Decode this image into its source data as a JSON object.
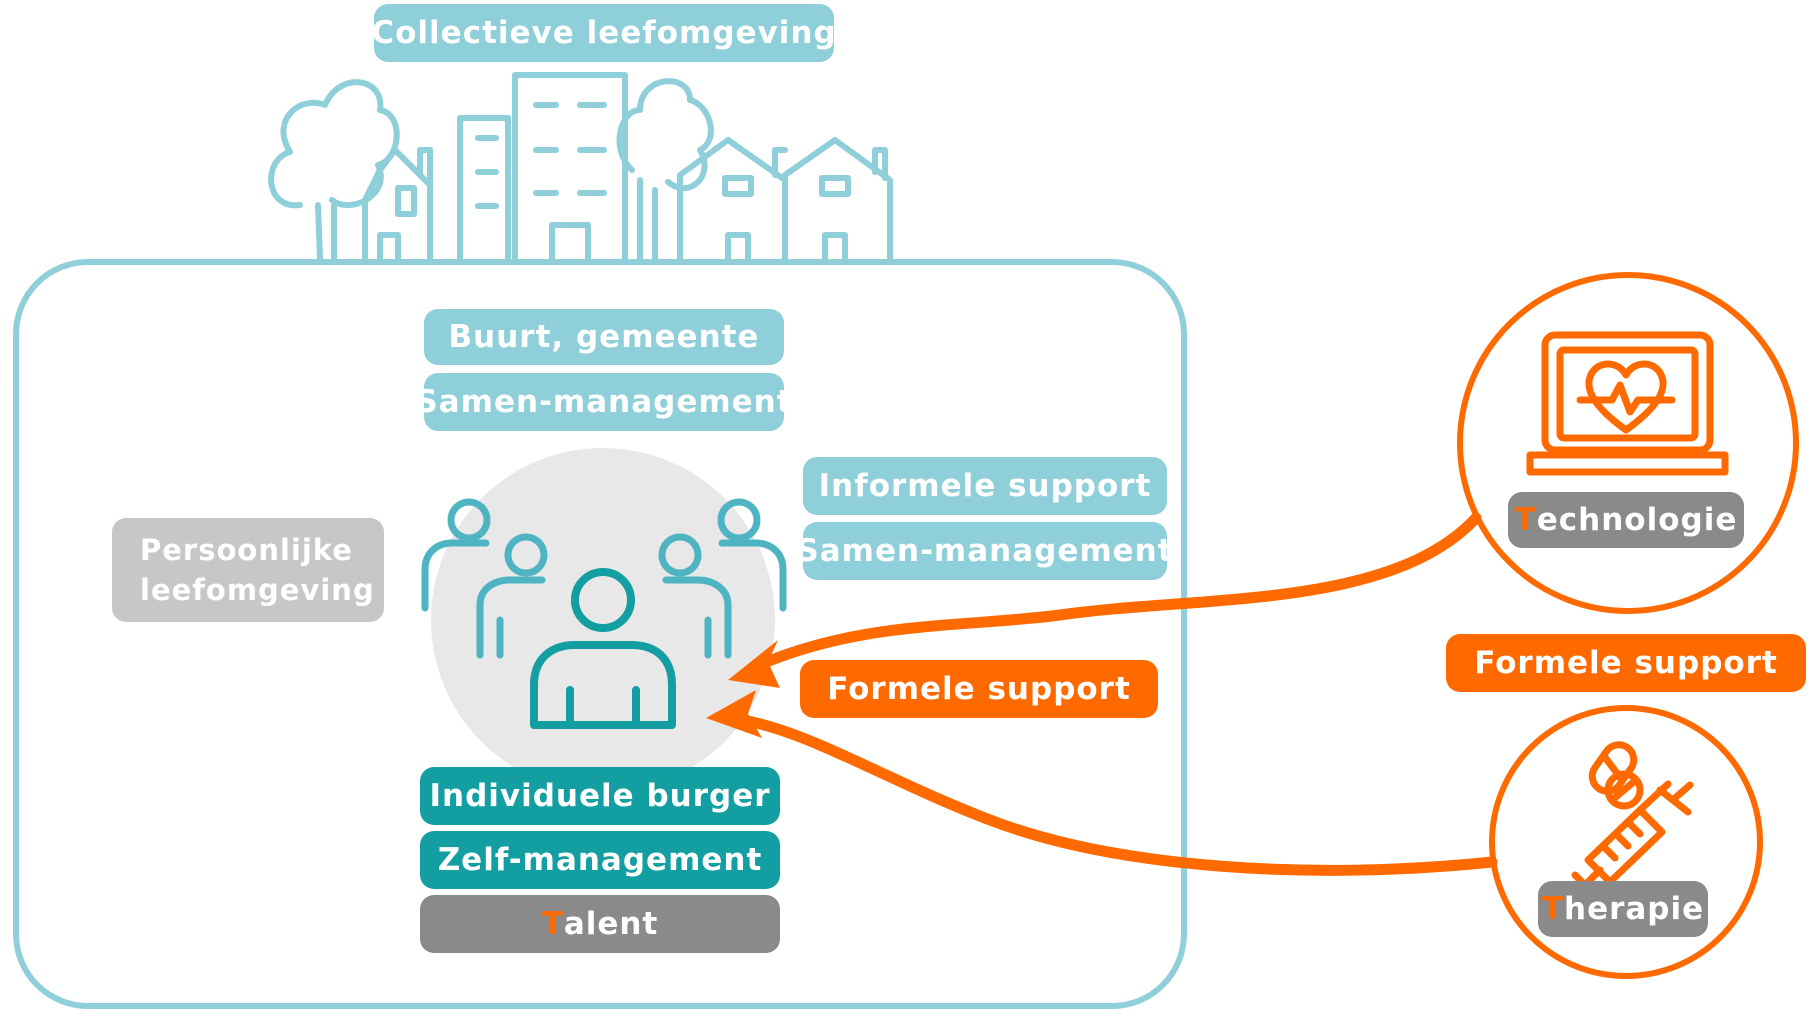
{
  "labels": {
    "collectief": "Collectieve leefomgeving",
    "buurt": "Buurt, gemeente",
    "samen1": "Samen-management",
    "informeel": "Informele support",
    "samen2": "Samen-management",
    "persoonlijk_1": "Persoonlijke",
    "persoonlijk_2": "leefomgeving",
    "formeel_inner": "Formele support",
    "individu": "Individuele burger",
    "zelf": "Zelf-management",
    "talent_initial": "T",
    "talent_rest": "alent",
    "technologie_initial": "T",
    "technologie_rest": "echnologie",
    "formeel_outer": "Formele support",
    "therapie_initial": "T",
    "therapie_rest": "herapie"
  },
  "icons": {
    "city": "city-skyline-icon",
    "group": "people-group-icon",
    "laptop": "laptop-heart-icon",
    "medicine": "pills-syringe-icon"
  },
  "colors": {
    "light_teal": "#8ecfd9",
    "dark_teal": "#139ea1",
    "grey": "#c7c7c7",
    "dark_grey": "#8a8a8a",
    "orange": "#ff6a00"
  }
}
